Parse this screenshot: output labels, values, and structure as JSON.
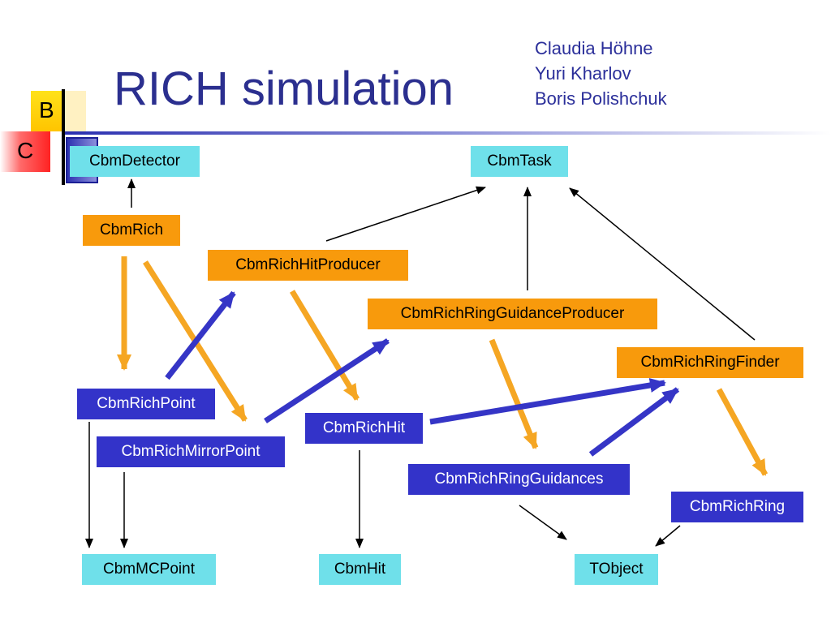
{
  "title": "RICH simulation",
  "authors": [
    "Claudia Höhne",
    "Yuri Kharlov",
    "Boris Polishchuk"
  ],
  "logo": {
    "top_letter": "B",
    "bottom_letter": "C"
  },
  "colors": {
    "title": "#2b2f8f",
    "base_class": "#6fe0ea",
    "task_class": "#f89a0c",
    "data_class": "#3333c9",
    "inheritance_arrow": "#000000",
    "produces_arrow": "#f5a623",
    "consumes_arrow": "#3535c6"
  },
  "nodes": {
    "cbm_detector": "CbmDetector",
    "cbm_task": "CbmTask",
    "cbm_rich": "CbmRich",
    "cbm_rich_hit_producer": "CbmRichHitProducer",
    "cbm_rich_ring_guidance_producer": "CbmRichRingGuidanceProducer",
    "cbm_rich_ring_finder": "CbmRichRingFinder",
    "cbm_rich_point": "CbmRichPoint",
    "cbm_rich_mirror_point": "CbmRichMirrorPoint",
    "cbm_rich_hit": "CbmRichHit",
    "cbm_rich_ring_guidances": "CbmRichRingGuidances",
    "cbm_rich_ring": "CbmRichRing",
    "cbm_mc_point": "CbmMCPoint",
    "cbm_hit": "CbmHit",
    "t_object": "TObject"
  }
}
